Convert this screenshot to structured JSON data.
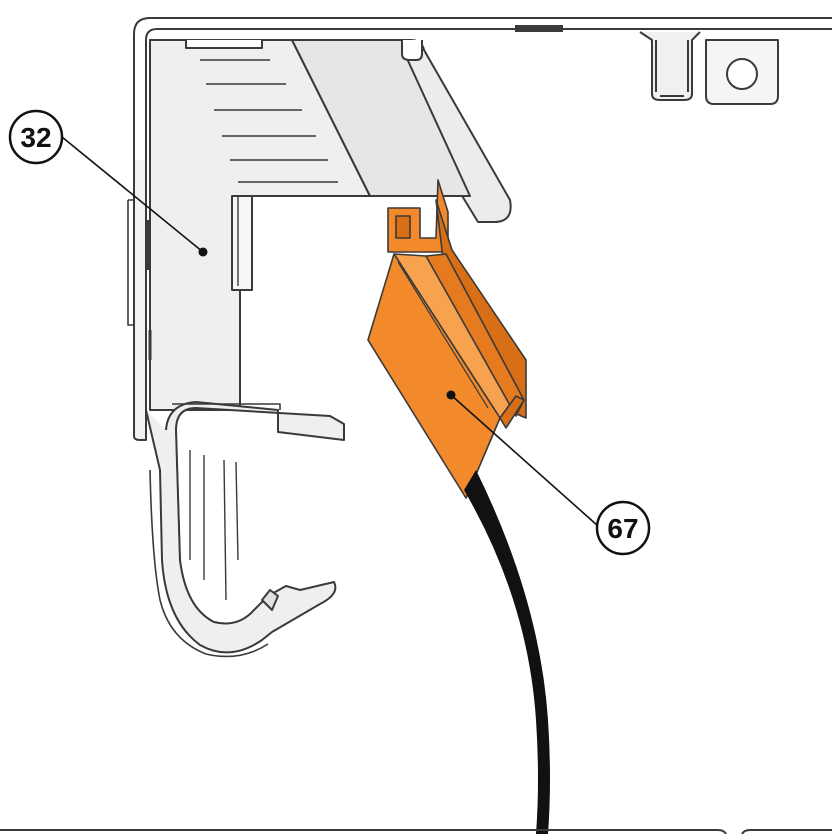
{
  "diagram": {
    "callouts": [
      {
        "id": "callout-32",
        "label": "32"
      },
      {
        "id": "callout-67",
        "label": "67"
      }
    ],
    "colors": {
      "part_orange": "#f28a2c",
      "part_orange_dark": "#d86f16",
      "part_orange_light": "#f7a24f",
      "metal_fill": "#ececec",
      "metal_fill_light": "#f5f5f5",
      "outline": "#3a3a3a",
      "cable": "#111111"
    }
  }
}
